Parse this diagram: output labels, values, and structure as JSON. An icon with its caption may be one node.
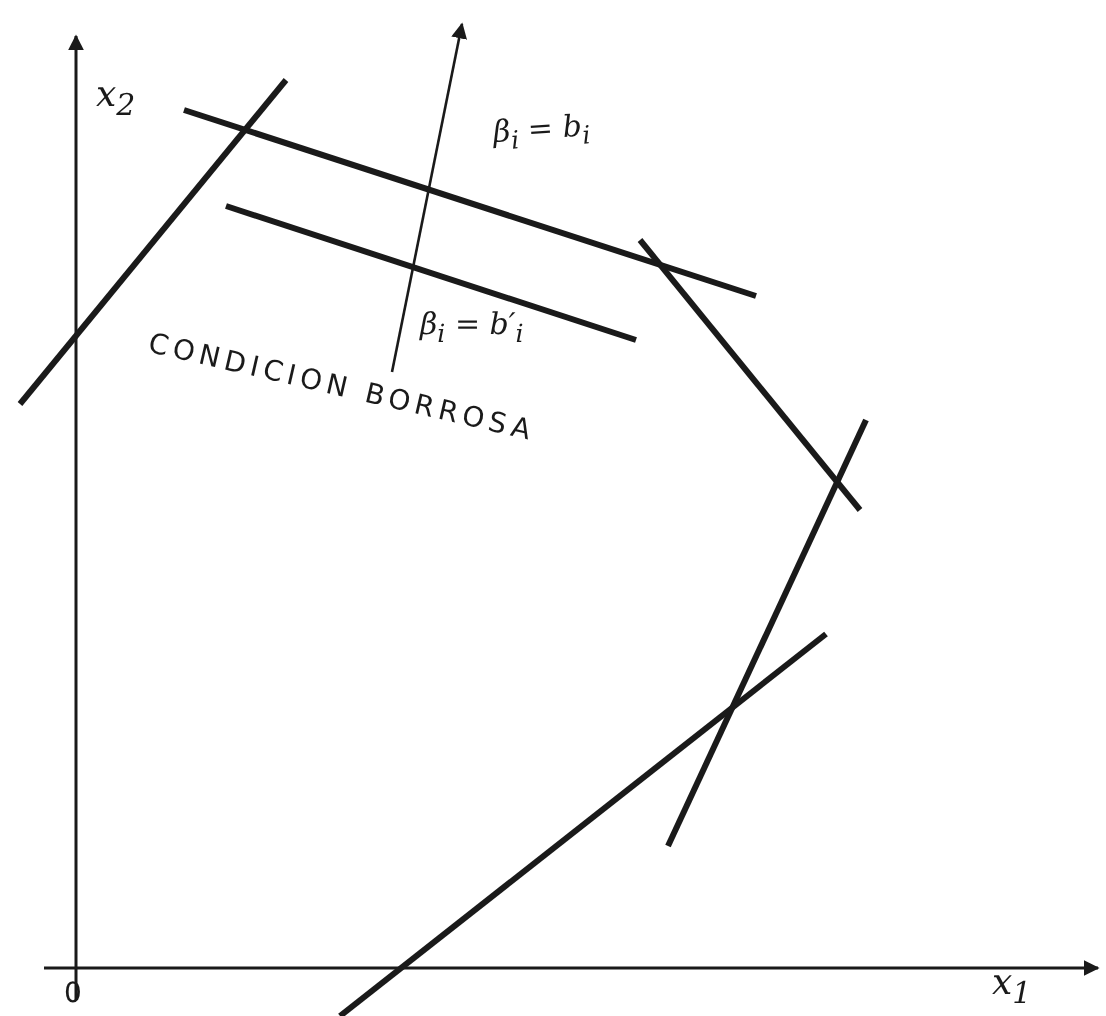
{
  "diagram": {
    "labels": [
      "x$_{2}$",
      "β$_{i}$ = b$_{i}$",
      "β$_{i}$ = b′$_{i}$",
      "CONDICION BORROSA",
      "0",
      "x$_{1}$"
    ]
  }
}
